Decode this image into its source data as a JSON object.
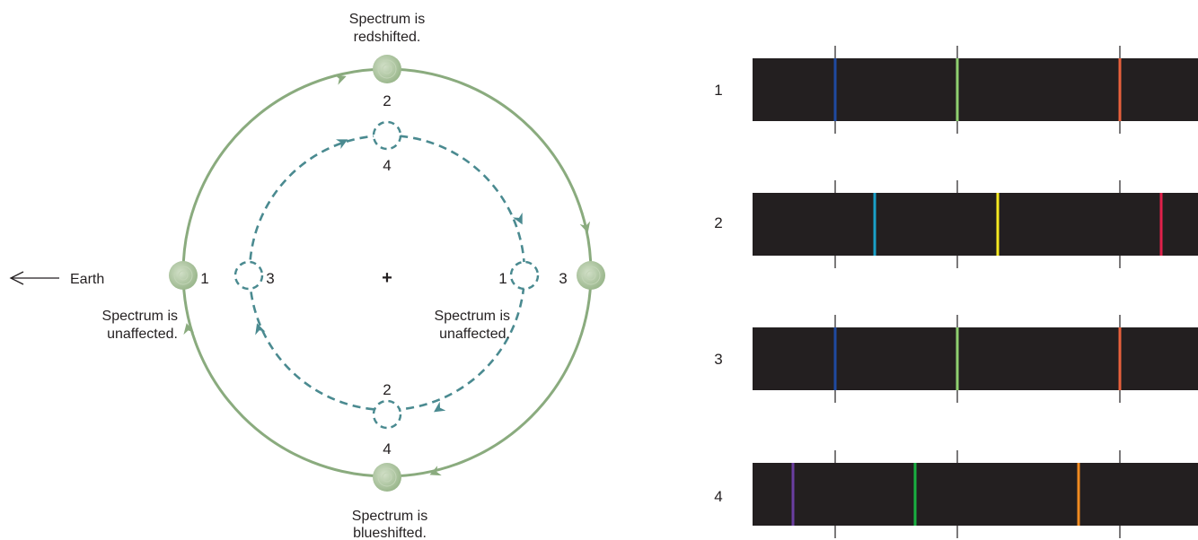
{
  "orbit_diagram": {
    "earth_label": "Earth",
    "center_marker": "+",
    "top_caption": [
      "Spectrum is",
      "redshifted."
    ],
    "bottom_caption": [
      "Spectrum is",
      "blueshifted."
    ],
    "left_caption": [
      "Spectrum is",
      "unaffected."
    ],
    "right_caption": [
      "Spectrum is",
      "unaffected."
    ],
    "outer_positions": {
      "left": "1",
      "top": "2",
      "right": "3",
      "bottom": "4"
    },
    "inner_positions": {
      "right": "1",
      "bottom": "2",
      "left": "3",
      "top": "4"
    },
    "colors": {
      "outer_orbit": "#8aab7e",
      "star": "#b6ccaa",
      "inner_orbit": "#4a8a90"
    }
  },
  "spectra": {
    "rows": [
      {
        "label": "1",
        "line_colors": [
          "#1f4aa0",
          "#8fd070",
          "#e8603c"
        ]
      },
      {
        "label": "2",
        "line_colors": [
          "#1aa0c8",
          "#f5e820",
          "#e0204a"
        ]
      },
      {
        "label": "3",
        "line_colors": [
          "#1f4aa0",
          "#8fd070",
          "#e8603c"
        ]
      },
      {
        "label": "4",
        "line_colors": [
          "#6a3ea0",
          "#18b040",
          "#f08a20"
        ]
      }
    ],
    "background_color": "#231f20"
  }
}
